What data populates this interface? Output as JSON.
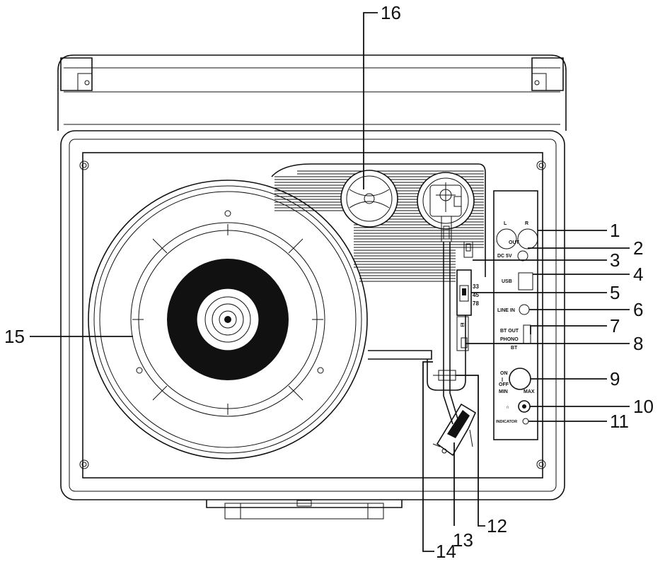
{
  "callouts": [
    {
      "id": "1",
      "label": "1"
    },
    {
      "id": "2",
      "label": "2"
    },
    {
      "id": "3",
      "label": "3"
    },
    {
      "id": "4",
      "label": "4"
    },
    {
      "id": "5",
      "label": "5"
    },
    {
      "id": "6",
      "label": "6"
    },
    {
      "id": "7",
      "label": "7"
    },
    {
      "id": "8",
      "label": "8"
    },
    {
      "id": "9",
      "label": "9"
    },
    {
      "id": "10",
      "label": "10"
    },
    {
      "id": "11",
      "label": "11"
    },
    {
      "id": "12",
      "label": "12"
    },
    {
      "id": "13",
      "label": "13"
    },
    {
      "id": "14",
      "label": "14"
    },
    {
      "id": "15",
      "label": "15"
    },
    {
      "id": "16",
      "label": "16"
    }
  ],
  "panel": {
    "out_left": "L",
    "out_right": "R",
    "out": "OUT",
    "dc": "DC 5V",
    "usb": "USB",
    "line_in": "LINE IN",
    "bt_out": "BT OUT",
    "phono": "PHONO",
    "bt": "BT",
    "on": "ON",
    "off": "OFF",
    "min": "MIN",
    "max": "MAX",
    "headphone": "∩",
    "indicator": "INDICATOR"
  },
  "speeds": [
    "33",
    "45",
    "78"
  ]
}
